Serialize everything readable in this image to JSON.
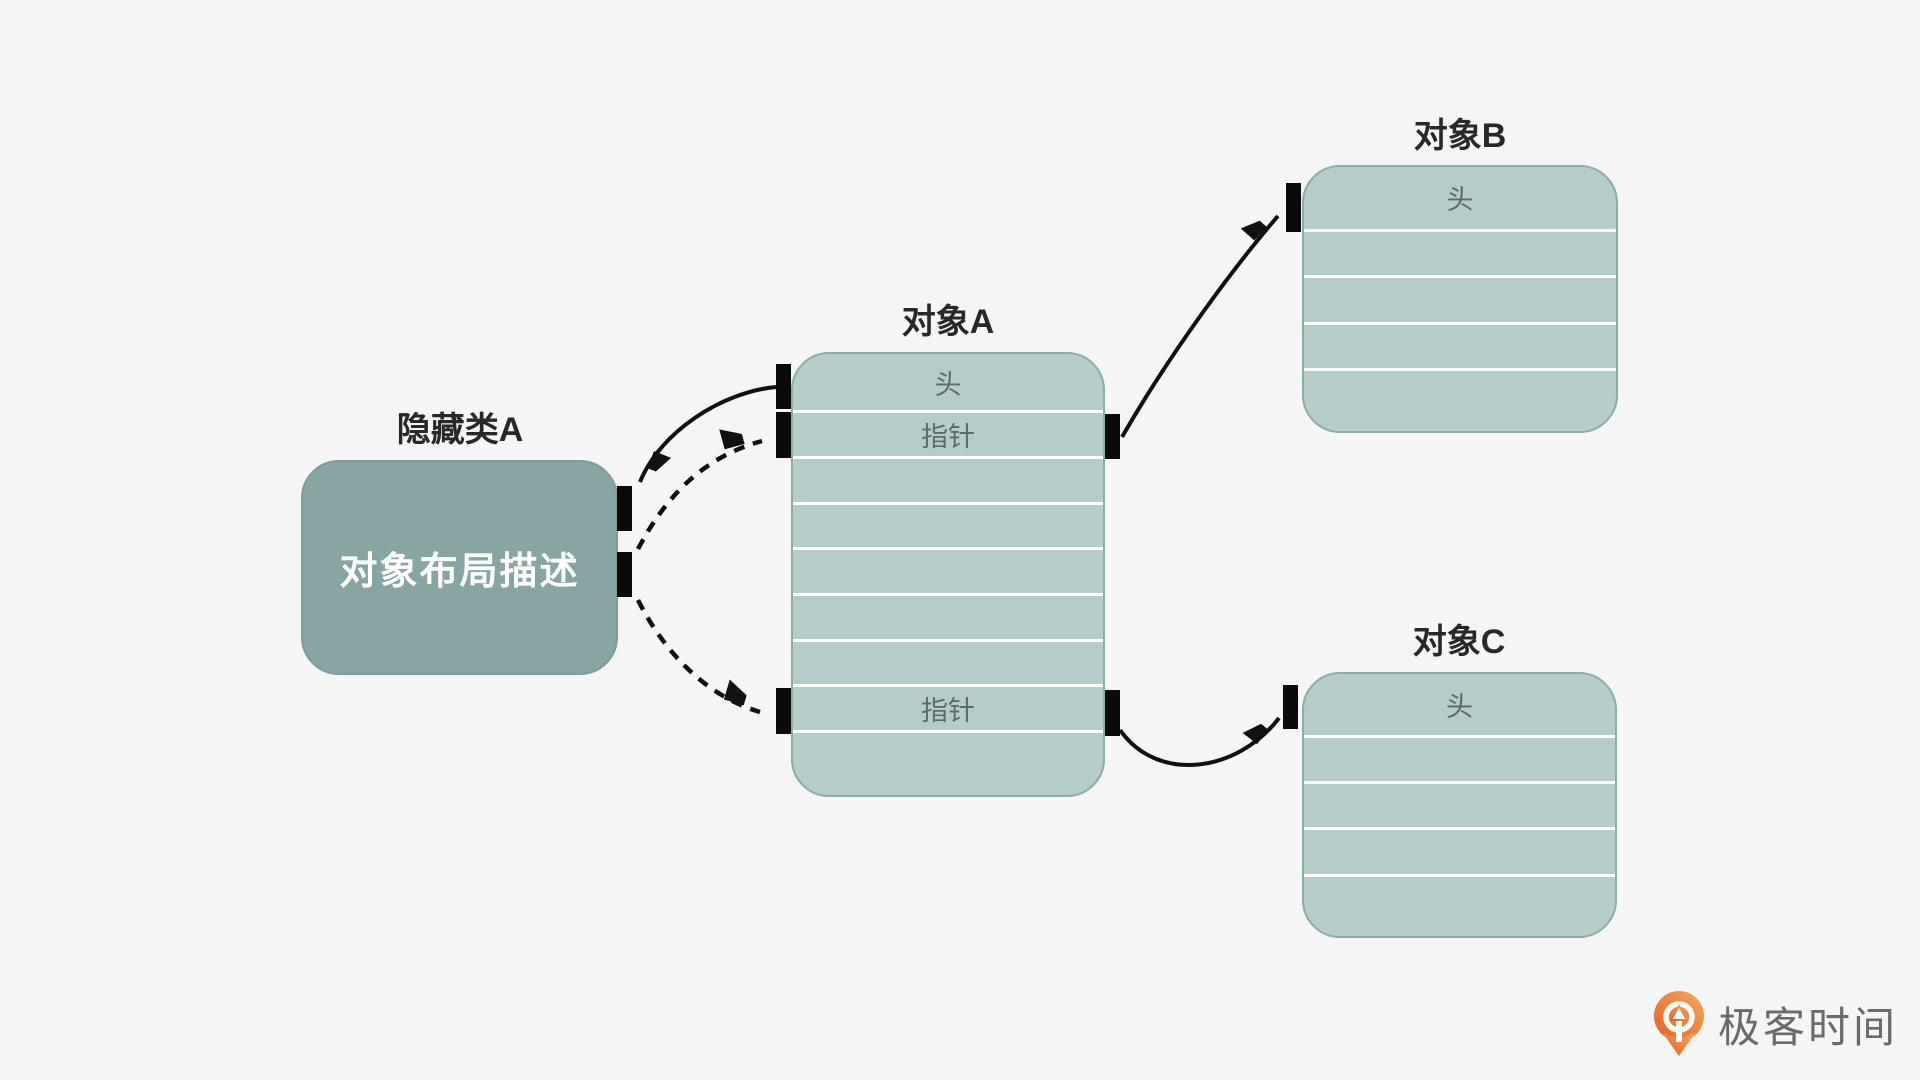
{
  "background_color": "#f4f5f4",
  "diagram": {
    "hidden_class": {
      "title": "隐藏类A",
      "body": "对象布局描述"
    },
    "object_a": {
      "title": "对象A",
      "rows": [
        "头",
        "指针",
        "",
        "",
        "",
        "",
        "",
        "指针",
        ""
      ]
    },
    "object_b": {
      "title": "对象B",
      "rows": [
        "头",
        "",
        "",
        "",
        ""
      ]
    },
    "object_c": {
      "title": "对象C",
      "rows": [
        "头",
        "",
        "",
        "",
        ""
      ]
    },
    "colors": {
      "cell_fill": "#b4cdca",
      "cell_border": "#8caba9",
      "hidden_class_fill": "#86a5a3",
      "row_divider": "#ffffff",
      "port_marker": "#0a0a0a",
      "arrow": "#111111",
      "title_text": "#282828",
      "row_label_text": "#5d6a6a"
    }
  },
  "branding": {
    "logo_text": "极客时间",
    "logo_text_color": "#6a6a6a",
    "logo_icon": "geektime-pin-icon",
    "logo_orange_dark": "#e4602a",
    "logo_orange_light": "#f6a85c"
  }
}
